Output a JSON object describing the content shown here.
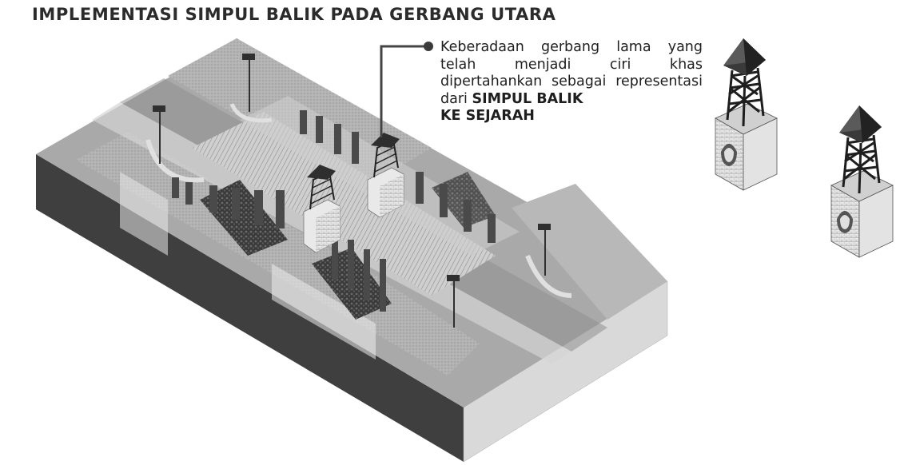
{
  "title": "IMPLEMENTASI SIMPUL BALIK PADA GERBANG UTARA",
  "annotation": {
    "text": "Keberadaan gerbang lama yang telah menjadi ciri khas dipertahankan sebagai representasi dari",
    "bold_1": "SIMPUL BALIK",
    "bold_2": "KE SEJARAH"
  },
  "colors": {
    "base_side": "#3f3f3f",
    "base_front": "#d9d9d9",
    "ground": "#a9a9a9",
    "plaza": "#c8c8c8",
    "accent": "#2a2a2a"
  }
}
